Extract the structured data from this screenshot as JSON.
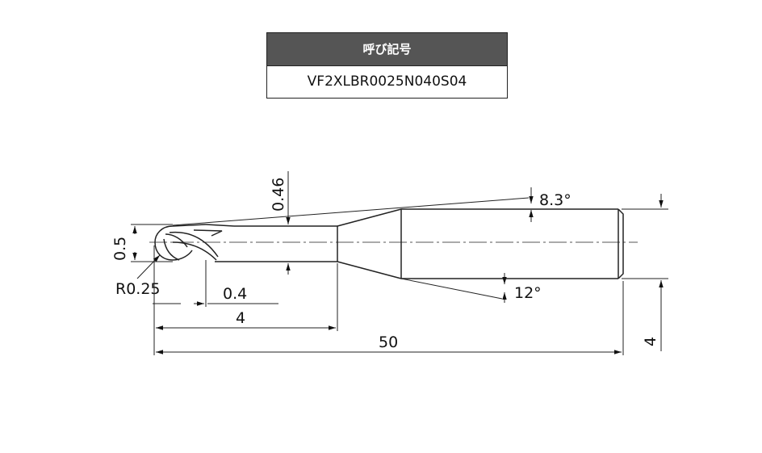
{
  "spec_table": {
    "header": "呼び記号",
    "value": "VF2XLBR0025N040S04"
  },
  "dimensions": {
    "neck_diameter": "0.46",
    "taper_angle": "8.3°",
    "ball_diameter": "0.5",
    "radius": "R0.25",
    "flute_length": "0.4",
    "neck_length": "4",
    "back_taper_angle": "12°",
    "overall_length": "50",
    "shank_diameter": "4"
  },
  "colors": {
    "header_bg": "#555555",
    "line": "#222222"
  }
}
